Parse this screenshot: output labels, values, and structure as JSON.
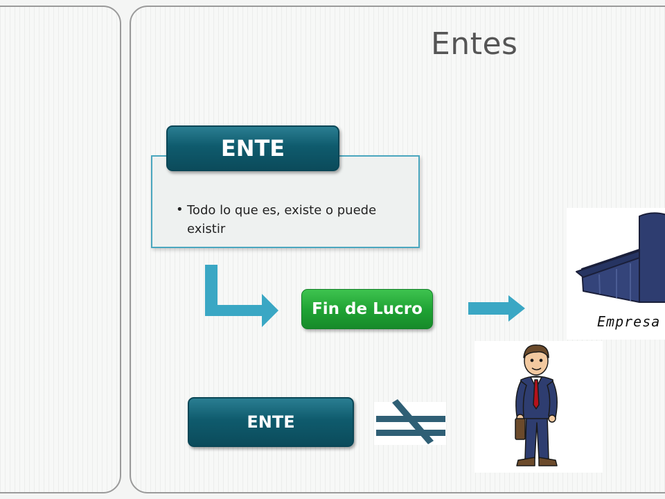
{
  "slide": {
    "title": "Entes"
  },
  "definition": {
    "header": "ENTE",
    "bullet": "•",
    "line1": "Todo lo que es, existe o puede",
    "line2": "existir"
  },
  "flow": {
    "profit_label": "Fin de Lucro",
    "company_label": "Empresa",
    "lower_entity_label": "ENTE"
  },
  "icons": {
    "elbow_arrow": "elbow-arrow-icon",
    "right_arrow": "right-arrow-icon",
    "not_equal": "not-equal-icon",
    "building": "building-icon",
    "businessman": "businessman-icon"
  },
  "colors": {
    "teal_dark": "#0f5b6d",
    "arrow_teal": "#3aa7c4",
    "green": "#1ea133",
    "navy": "#2e3d70"
  }
}
